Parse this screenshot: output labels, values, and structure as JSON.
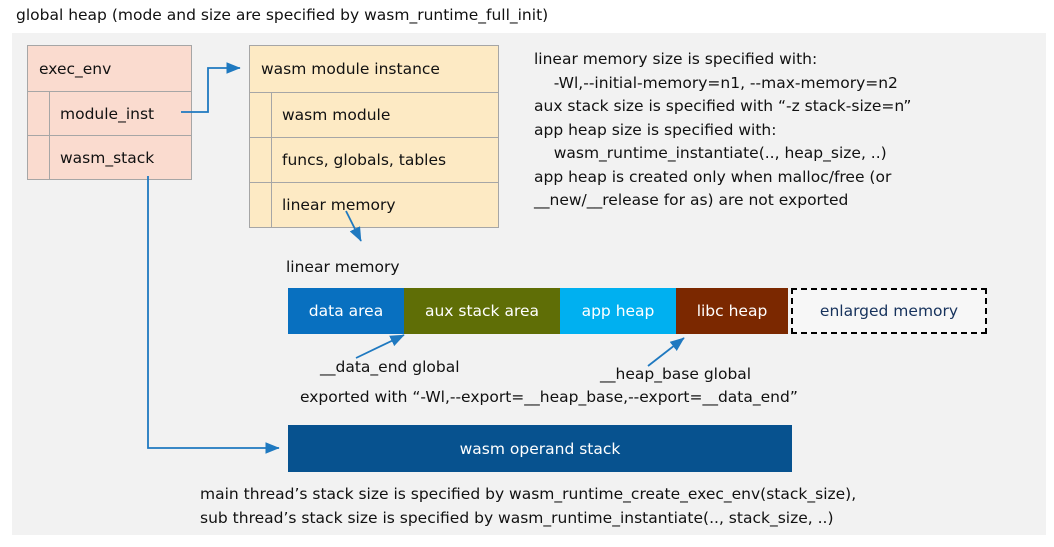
{
  "title": "global heap (mode and size are specified by wasm_runtime_full_init)",
  "colors": {
    "canvas": "#f2f2f2",
    "exec_env_fill": "#fadbcf",
    "module_inst_fill": "#fdeac4",
    "box_border": "#a6a6a6",
    "connector": "#1f79c0",
    "data_area": "#0870c0",
    "aux_stack_area": "#5f6e06",
    "app_heap": "#00b0f0",
    "libc_heap": "#7b2800",
    "enlarged_memory_fill": "#f7f7f7",
    "enlarged_memory_text": "#16325c",
    "operand_stack": "#07528f"
  },
  "exec_env": {
    "header": "exec_env",
    "fields": [
      {
        "label": "module_inst"
      },
      {
        "label": "wasm_stack"
      }
    ]
  },
  "module_instance": {
    "header": "wasm module instance",
    "fields": [
      {
        "label": "wasm module"
      },
      {
        "label": "funcs, globals, tables"
      },
      {
        "label": "linear memory"
      }
    ]
  },
  "notes": {
    "text": "linear memory size is specified with:\n    -Wl,--initial-memory=n1, --max-memory=n2\naux stack size is specified with “-z stack-size=n”\napp heap size is specified with:\n    wasm_runtime_instantiate(.., heap_size, ..)\napp heap is created only when malloc/free (or\n__new/__release for as) are not exported"
  },
  "linear_memory": {
    "caption": "linear memory",
    "segments": [
      {
        "label": "data area",
        "color": "#0870c0",
        "width": 116,
        "style": "solid"
      },
      {
        "label": "aux stack area",
        "color": "#5f6e06",
        "width": 156,
        "style": "solid"
      },
      {
        "label": "app heap",
        "color": "#00b0f0",
        "width": 116,
        "style": "solid"
      },
      {
        "label": "libc heap",
        "color": "#7b2800",
        "width": 112,
        "style": "solid"
      },
      {
        "label": "enlarged memory",
        "color": "#f7f7f7",
        "width": 196,
        "style": "dashed"
      }
    ],
    "annotations": {
      "data_end": "__data_end global",
      "heap_base": "__heap_base global",
      "exported": "exported with “-Wl,--export=__heap_base,--export=__data_end”"
    }
  },
  "operand_stack": {
    "label": "wasm operand stack",
    "notes": "main thread’s stack size is specified by wasm_runtime_create_exec_env(stack_size),\nsub thread’s stack size is specified by wasm_runtime_instantiate(.., stack_size, ..)"
  }
}
